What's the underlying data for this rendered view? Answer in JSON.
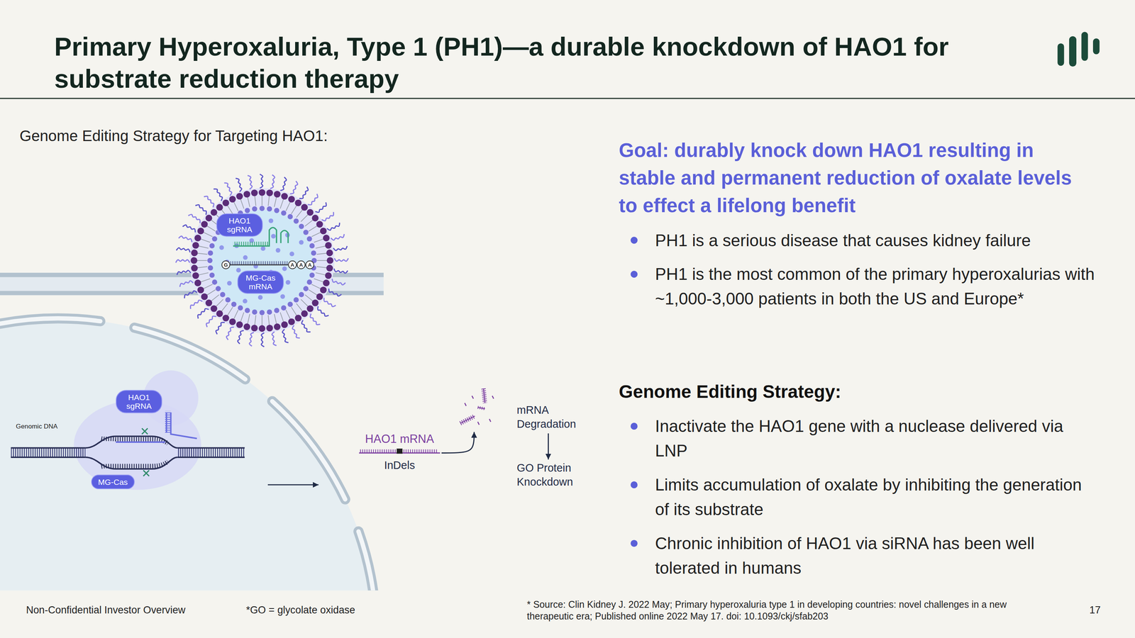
{
  "diagram": {
    "title": "Primary Hyperoxaluria, Type 1 (PH1)—a durable knockdown of HAO1 for substrate reduction therapy",
    "nodes": [
      {
        "text": [
          "HAO1 sgRNA"
        ]
      },
      {
        "text": [
          "MG-Cas mRNA"
        ]
      },
      {
        "text": [
          "HAO1 sgRNA"
        ]
      },
      {
        "text": [
          "MG-Cas"
        ]
      },
      {
        "text": [
          "HAO1 mRNA",
          "InDels"
        ]
      },
      {
        "text": [
          "mRNA Degradation"
        ]
      },
      {
        "text": [
          "GO Protein Knockdown"
        ]
      }
    ],
    "edges": [
      {
        "from": 4,
        "to": 5,
        "arrow": "to"
      },
      {
        "from": 5,
        "to": 6,
        "arrow": "to"
      }
    ],
    "labels": [
      "Genome Editing Strategy for Targeting HAO1:",
      "G",
      "A",
      "A",
      "A",
      "Genomic DNA",
      "Goal: durably knock down HAO1 resulting in stable and permanent reduction of oxalate levels to effect a lifelong benefit",
      "PH1 is a serious disease that causes kidney failure",
      "PH1 is the most common of the primary hyperoxalurias with ~1,000-3,000 patients in both the US and Europe*",
      "Genome Editing Strategy:",
      "Inactivate the HAO1 gene with a nuclease delivered via LNP",
      "Limits accumulation of oxalate by inhibiting the generation of its substrate",
      "Chronic inhibition of HAO1 via siRNA has been well tolerated in humans",
      "Non-Confidential Investor Overview",
      "*GO = glycolate oxidase",
      "* Source: Clin Kidney J. 2022 May; Primary hyperoxaluria type 1 in developing countries: novel challenges in a new therapeutic era; Published online 2022 May 17. doi: 10.1093/ckj/sfab203",
      "17"
    ]
  }
}
